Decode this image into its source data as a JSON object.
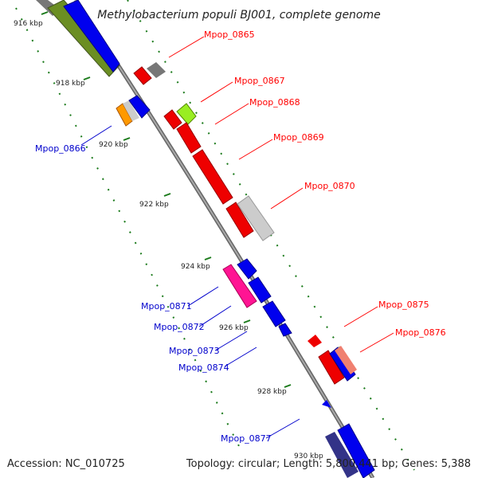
{
  "title": "Methylobacterium populi BJ001, complete genome",
  "accession": "Accession: NC_010725",
  "summary": "Topology: circular; Length: 5,800,441 bp; Genes: 5,388",
  "kbp_labels": [
    "916 kbp",
    "918 kbp",
    "920 kbp",
    "922 kbp",
    "924 kbp",
    "926 kbp",
    "928 kbp",
    "930 kbp"
  ],
  "genes_forward": [
    "Mpop_0865",
    "Mpop_0867",
    "Mpop_0868",
    "Mpop_0869",
    "Mpop_0870",
    "Mpop_0875",
    "Mpop_0876"
  ],
  "genes_reverse": [
    "Mpop_0866",
    "Mpop_0871",
    "Mpop_0872",
    "Mpop_0873",
    "Mpop_0874",
    "Mpop_0877"
  ],
  "colors": {
    "forward_label": "#ff0000",
    "reverse_label": "#0000cc",
    "backbone": "#8c8c8c",
    "tick": "#1a7a1a",
    "blue": "#0000ee",
    "red": "#ee0000",
    "olive": "#6b8e23",
    "gray": "#777777",
    "lime": "#99ee22",
    "orange": "#ff9900",
    "magenta": "#ff1493",
    "salmon": "#f08070",
    "navy": "#333388",
    "light_gray": "#cccccc"
  }
}
